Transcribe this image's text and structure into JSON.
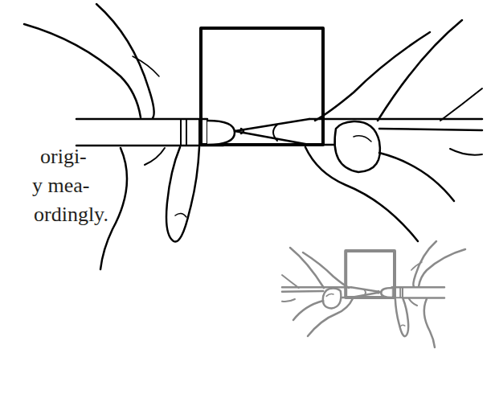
{
  "diagram": {
    "labels": [
      "origi-",
      "y mea-",
      "ordingly."
    ]
  }
}
